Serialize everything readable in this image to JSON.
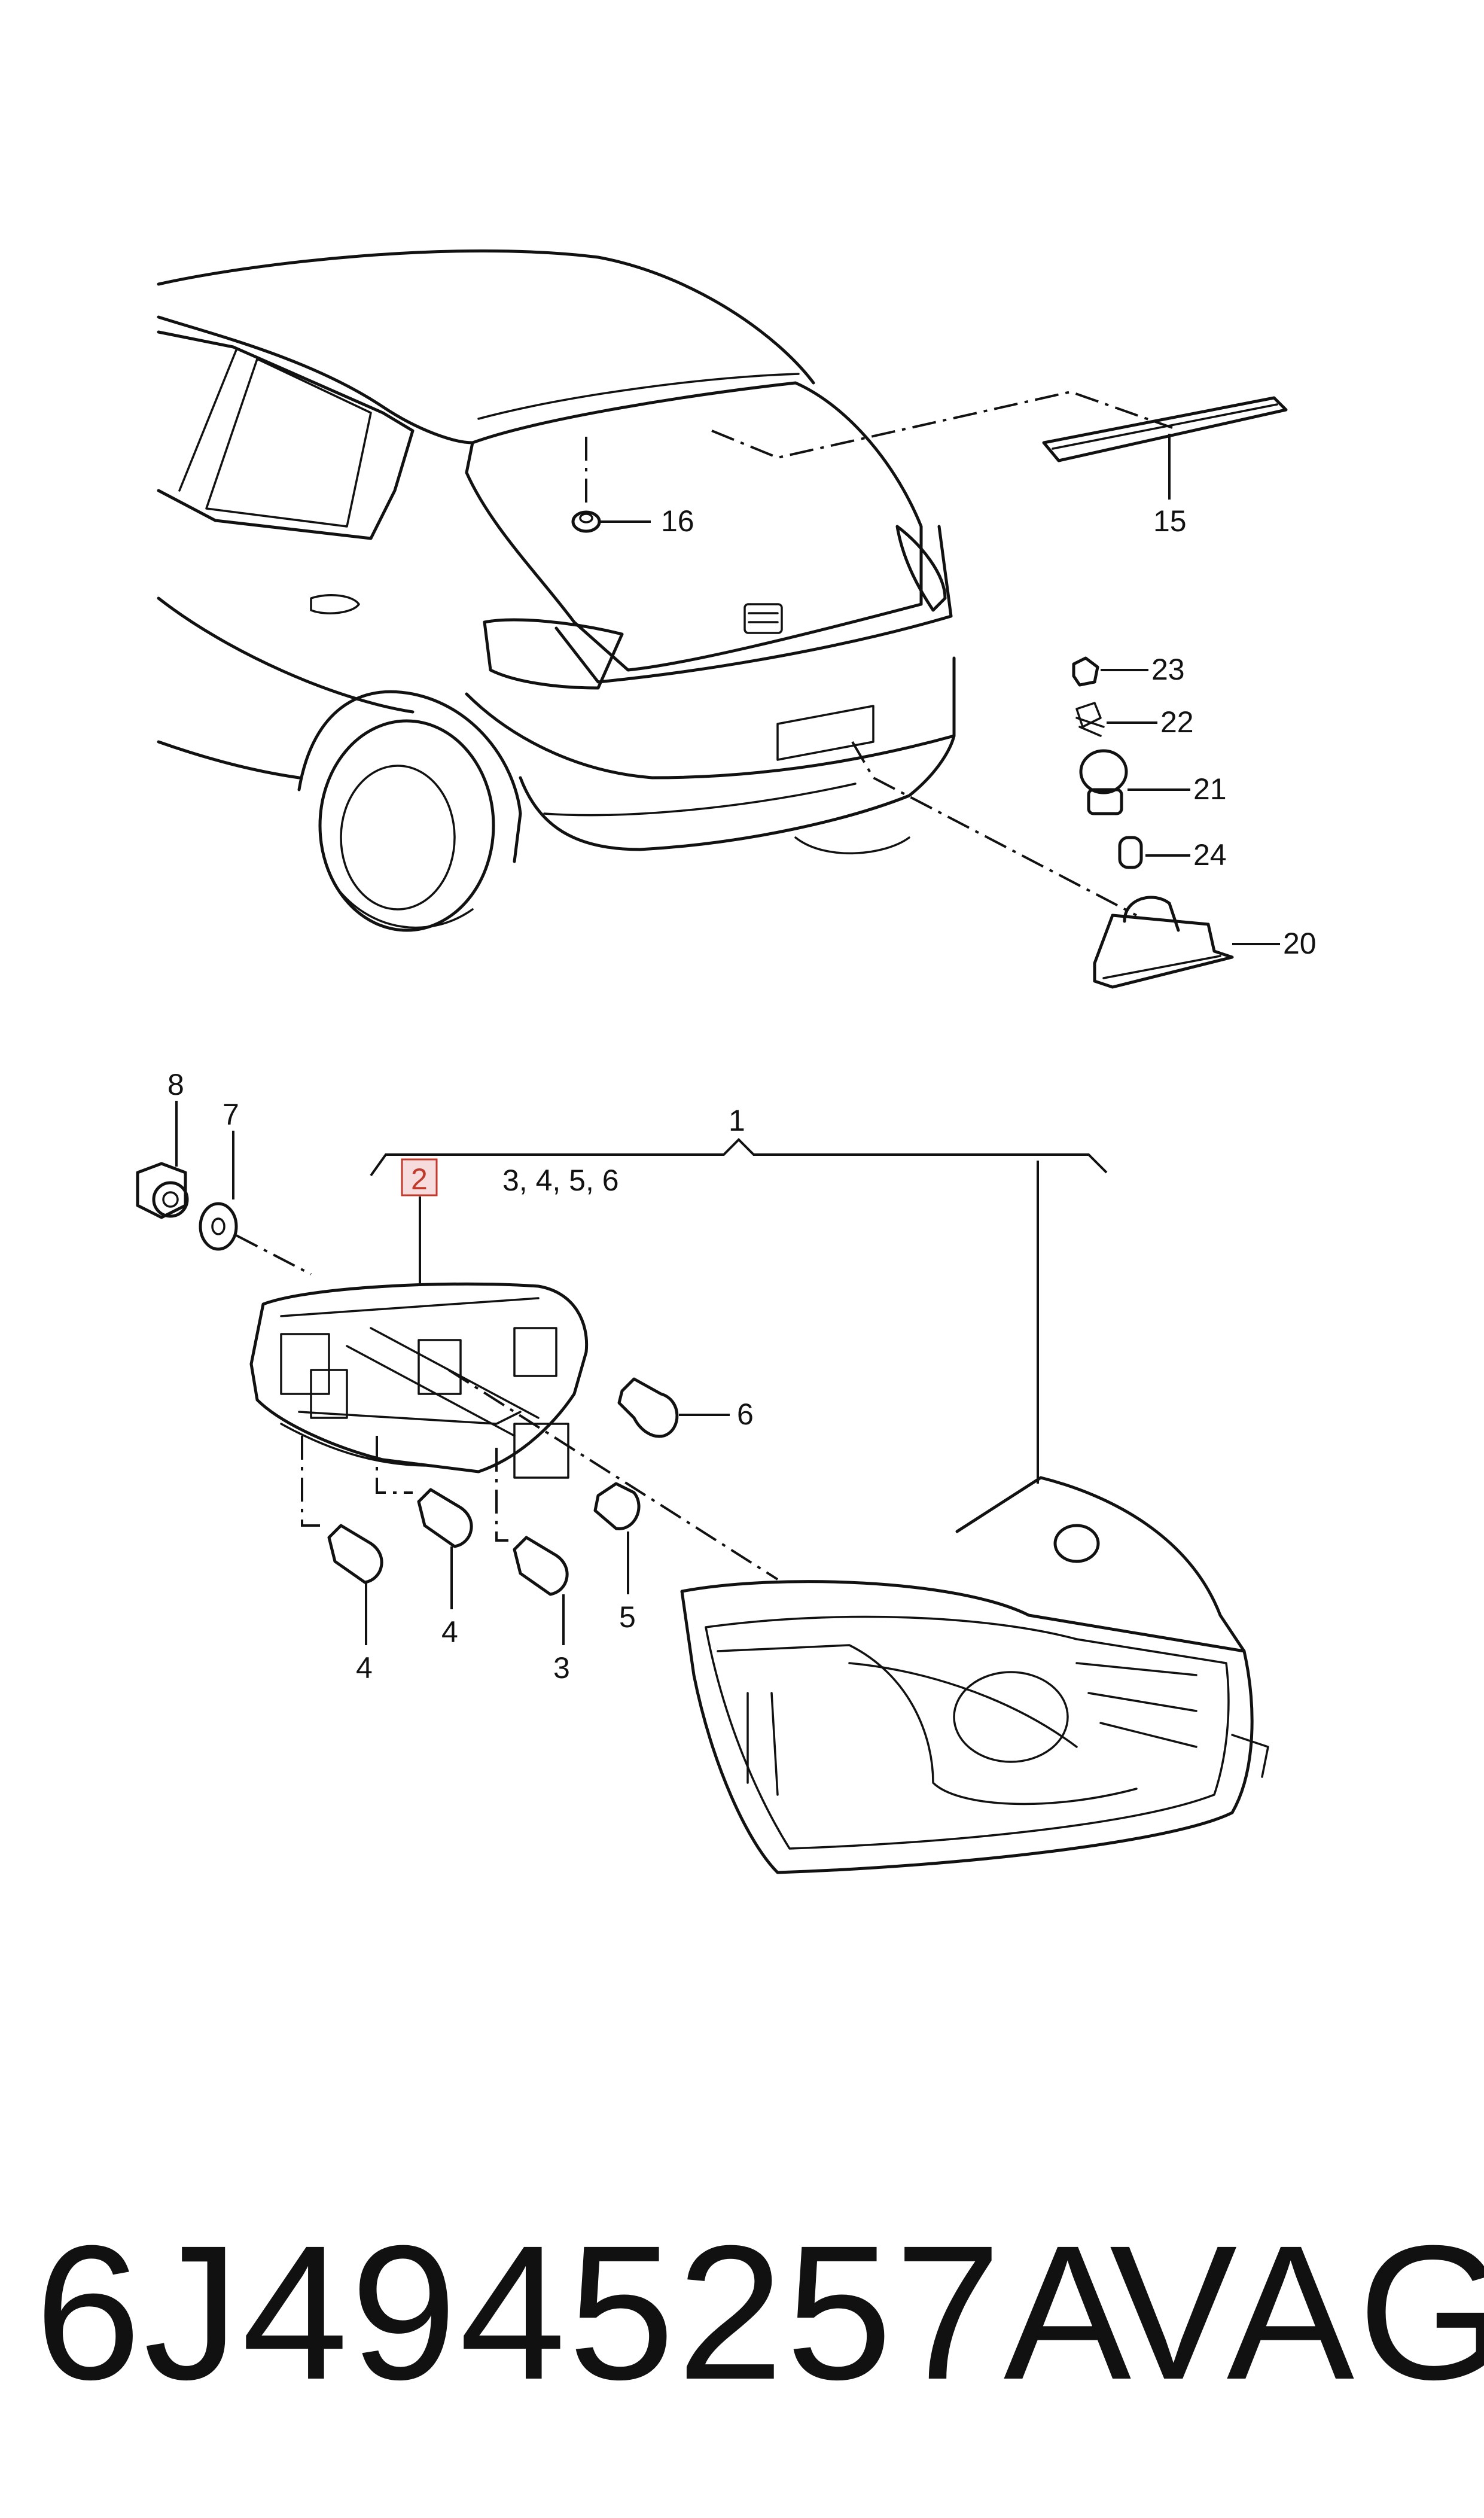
{
  "callouts": {
    "c1": "1",
    "c2": "2",
    "c3a": "3",
    "c3456": "3, 4, 5, 6",
    "c4a": "4",
    "c4b": "4",
    "c5": "5",
    "c6": "6",
    "c7": "7",
    "c8": "8",
    "c15": "15",
    "c16": "16",
    "c20": "20",
    "c21": "21",
    "c22": "22",
    "c23": "23",
    "c24": "24"
  },
  "footer": {
    "part_number": "6J4945257A",
    "brand": "VAG"
  },
  "colors": {
    "line": "#111111",
    "highlight_fill": "#f6dcdc",
    "highlight_stroke": "#c0392b"
  }
}
